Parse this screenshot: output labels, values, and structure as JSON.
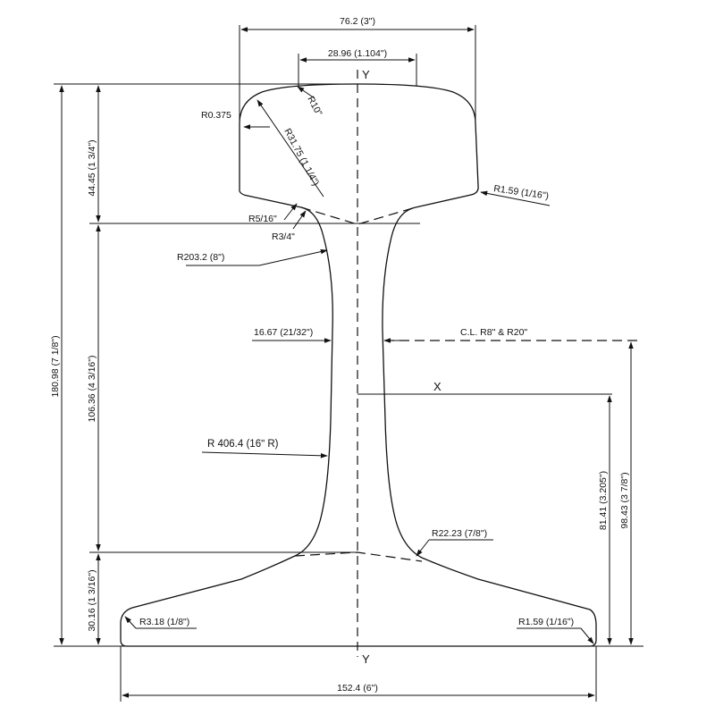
{
  "dimensions": {
    "head_width": "76.2 (3\")",
    "head_top_width": "28.96 (1.104\")",
    "base_width": "152.4 (6\")",
    "web_thickness": "16.67 (21/32\")",
    "total_height": "180.98 (7 1/8\")",
    "head_height": "44.45 (1 3/4\")",
    "web_height": "106.36 (4 3/16\")",
    "base_height": "30.16 (1 3/16\")",
    "neutral_axis_height": "81.41 (3.205\")",
    "centerline_height": "98.43 (3 7/8\")"
  },
  "radii": {
    "head_corner": "R0.375",
    "crown": "R10\"",
    "head_side": "R31.75 (1 1/4\")",
    "head_underside_corner": "R1.59 (1/16\")",
    "head_fillet_small": "R5/16\"",
    "head_fillet": "R3/4\"",
    "web_upper": "R203.2 (8\")",
    "web_lower": "R 406.4 (16ʺ R)",
    "base_fillet": "R22.23 (7/8\")",
    "base_left_corner": "R3.18 (1/8\")",
    "base_right_corner": "R1.59 (1/16ʺ)"
  },
  "centerline_label": "C.L. R8\" & R20\"",
  "axes": {
    "y_top": "Y",
    "y_bottom": "Y",
    "x": "X"
  }
}
